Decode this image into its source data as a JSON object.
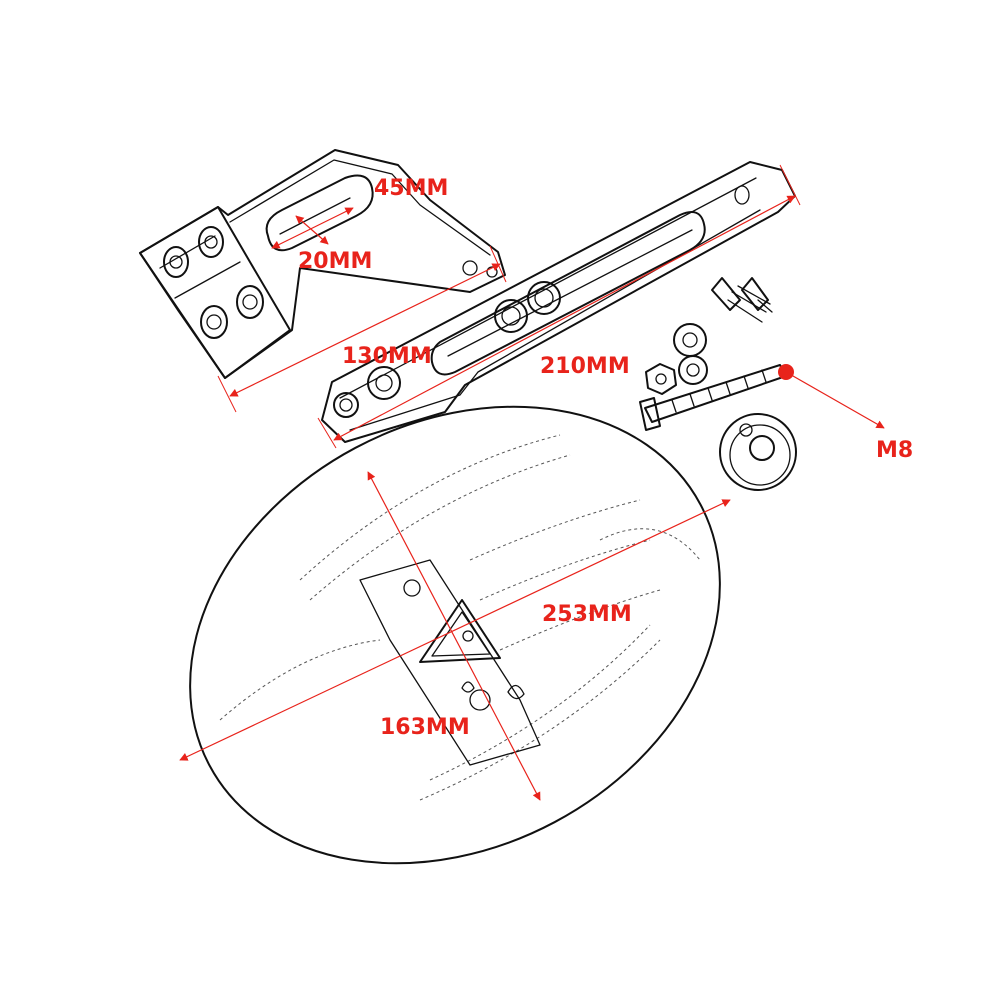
{
  "colors": {
    "dimension": "#e8231b",
    "outline": "#111111",
    "background": "#ffffff"
  },
  "dimensions": {
    "slot_length": "45MM",
    "slot_width": "20MM",
    "bracket_length": "130MM",
    "arm_length": "210MM",
    "bolt_size": "M8",
    "plate_width": "253MM",
    "plate_height": "163MM"
  }
}
